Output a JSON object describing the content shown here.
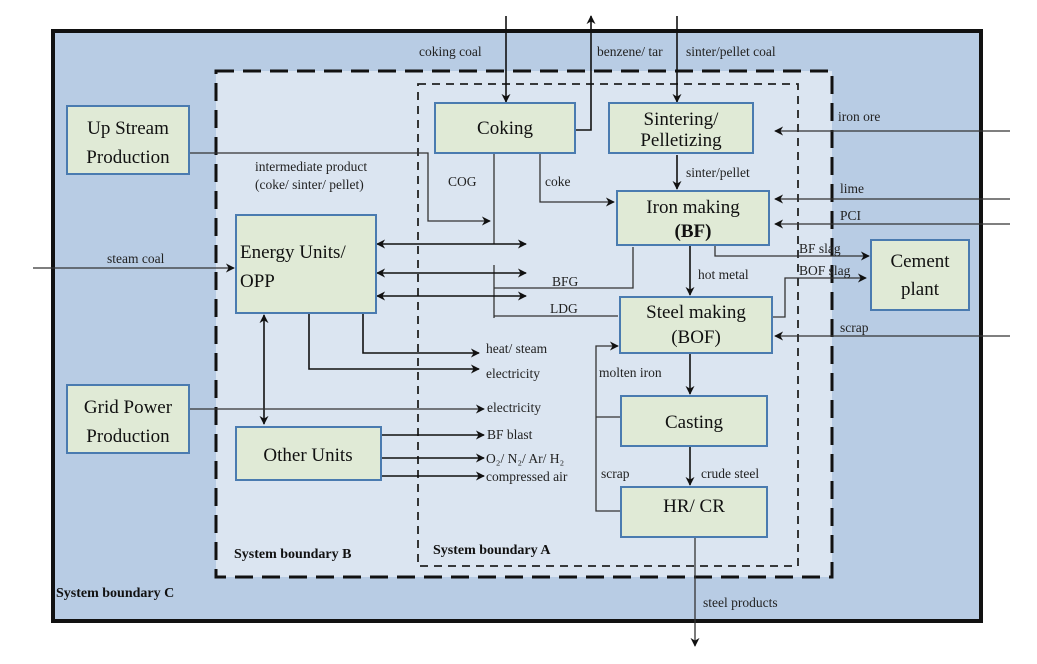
{
  "colors": {
    "boundary_c_fill": "#b8cce4",
    "inner_fill": "#dbe5f1",
    "box_fill": "#e0ead6",
    "box_stroke": "#4a7bb0",
    "line": "#333333"
  },
  "boundaries": {
    "a": "System boundary A",
    "b": "System boundary B",
    "c": "System boundary C"
  },
  "boxes": {
    "upstream": [
      "Up Stream",
      "Production"
    ],
    "grid": [
      "Grid Power",
      "Production"
    ],
    "energy": [
      "Energy Units/",
      "OPP"
    ],
    "other": [
      "Other Units"
    ],
    "coking": [
      "Coking"
    ],
    "sintering": [
      "Sintering/",
      "Pelletizing"
    ],
    "ironmaking": [
      "Iron making",
      "(BF)"
    ],
    "steelmaking": [
      "Steel making",
      "(BOF)"
    ],
    "casting": [
      "Casting"
    ],
    "hrcr": [
      "HR/ CR"
    ],
    "cement": [
      "Cement",
      "plant"
    ]
  },
  "flows": {
    "coking_coal": "coking coal",
    "benzene_tar": "benzene/ tar",
    "sinter_coal": "sinter/pellet coal",
    "iron_ore": "iron ore",
    "intermediate_1": "intermediate product",
    "intermediate_2": "(coke/ sinter/ pellet)",
    "cog": "COG",
    "coke": "coke",
    "sinter_pellet": "sinter/pellet",
    "lime": "lime",
    "pci": "PCI",
    "steam_coal": "steam coal",
    "bfg": "BFG",
    "ldg": "LDG",
    "bf_slag": "BF slag",
    "bof_slag": "BOF slag",
    "hot_metal": "hot metal",
    "scrap_in": "scrap",
    "heat_steam": "heat/ steam",
    "electricity_1": "electricity",
    "electricity_2": "electricity",
    "molten_iron": "molten iron",
    "bf_blast": "BF blast",
    "gases": "O₂/ N₂/ Ar/ H₂",
    "compressed_air": "compressed air",
    "scrap_loop": "scrap",
    "crude_steel": "crude steel",
    "steel_products": "steel products"
  }
}
